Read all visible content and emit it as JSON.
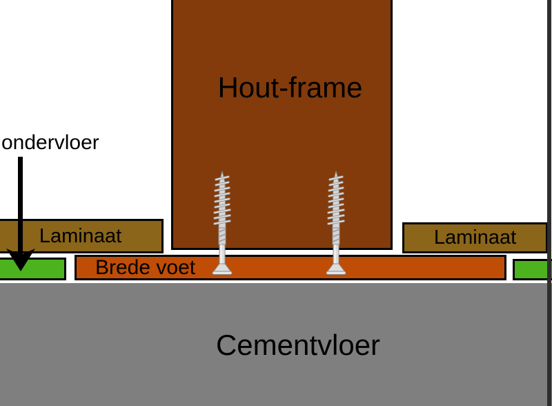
{
  "diagram": {
    "layers": [
      {
        "id": "hout-frame",
        "label": "Hout-frame",
        "color": "#833B0B"
      },
      {
        "id": "laminaat-left",
        "label": "Laminaat",
        "color": "#8A651A"
      },
      {
        "id": "laminaat-right",
        "label": "Laminaat",
        "color": "#8A651A"
      },
      {
        "id": "brede-voet",
        "label": "Brede voet",
        "color": "#BF4D05"
      },
      {
        "id": "ondervloer-left",
        "label": "",
        "color": "#4CB31E"
      },
      {
        "id": "ondervloer-right",
        "label": "",
        "color": "#4CB31E"
      },
      {
        "id": "cementvloer",
        "label": "Cementvloer",
        "color": "#7F7F7F"
      }
    ],
    "callout": {
      "label": "ondervloer",
      "icon": "down-arrow-icon",
      "points_to": "ondervloer-left"
    },
    "fasteners": {
      "icon": "screw-icon",
      "count": 2,
      "color": "#D9D9D9"
    },
    "colors": {
      "outline": "#000000",
      "background": "#FFFFFF",
      "text": "#000000",
      "edge_strip": "#2E2E2E"
    }
  }
}
